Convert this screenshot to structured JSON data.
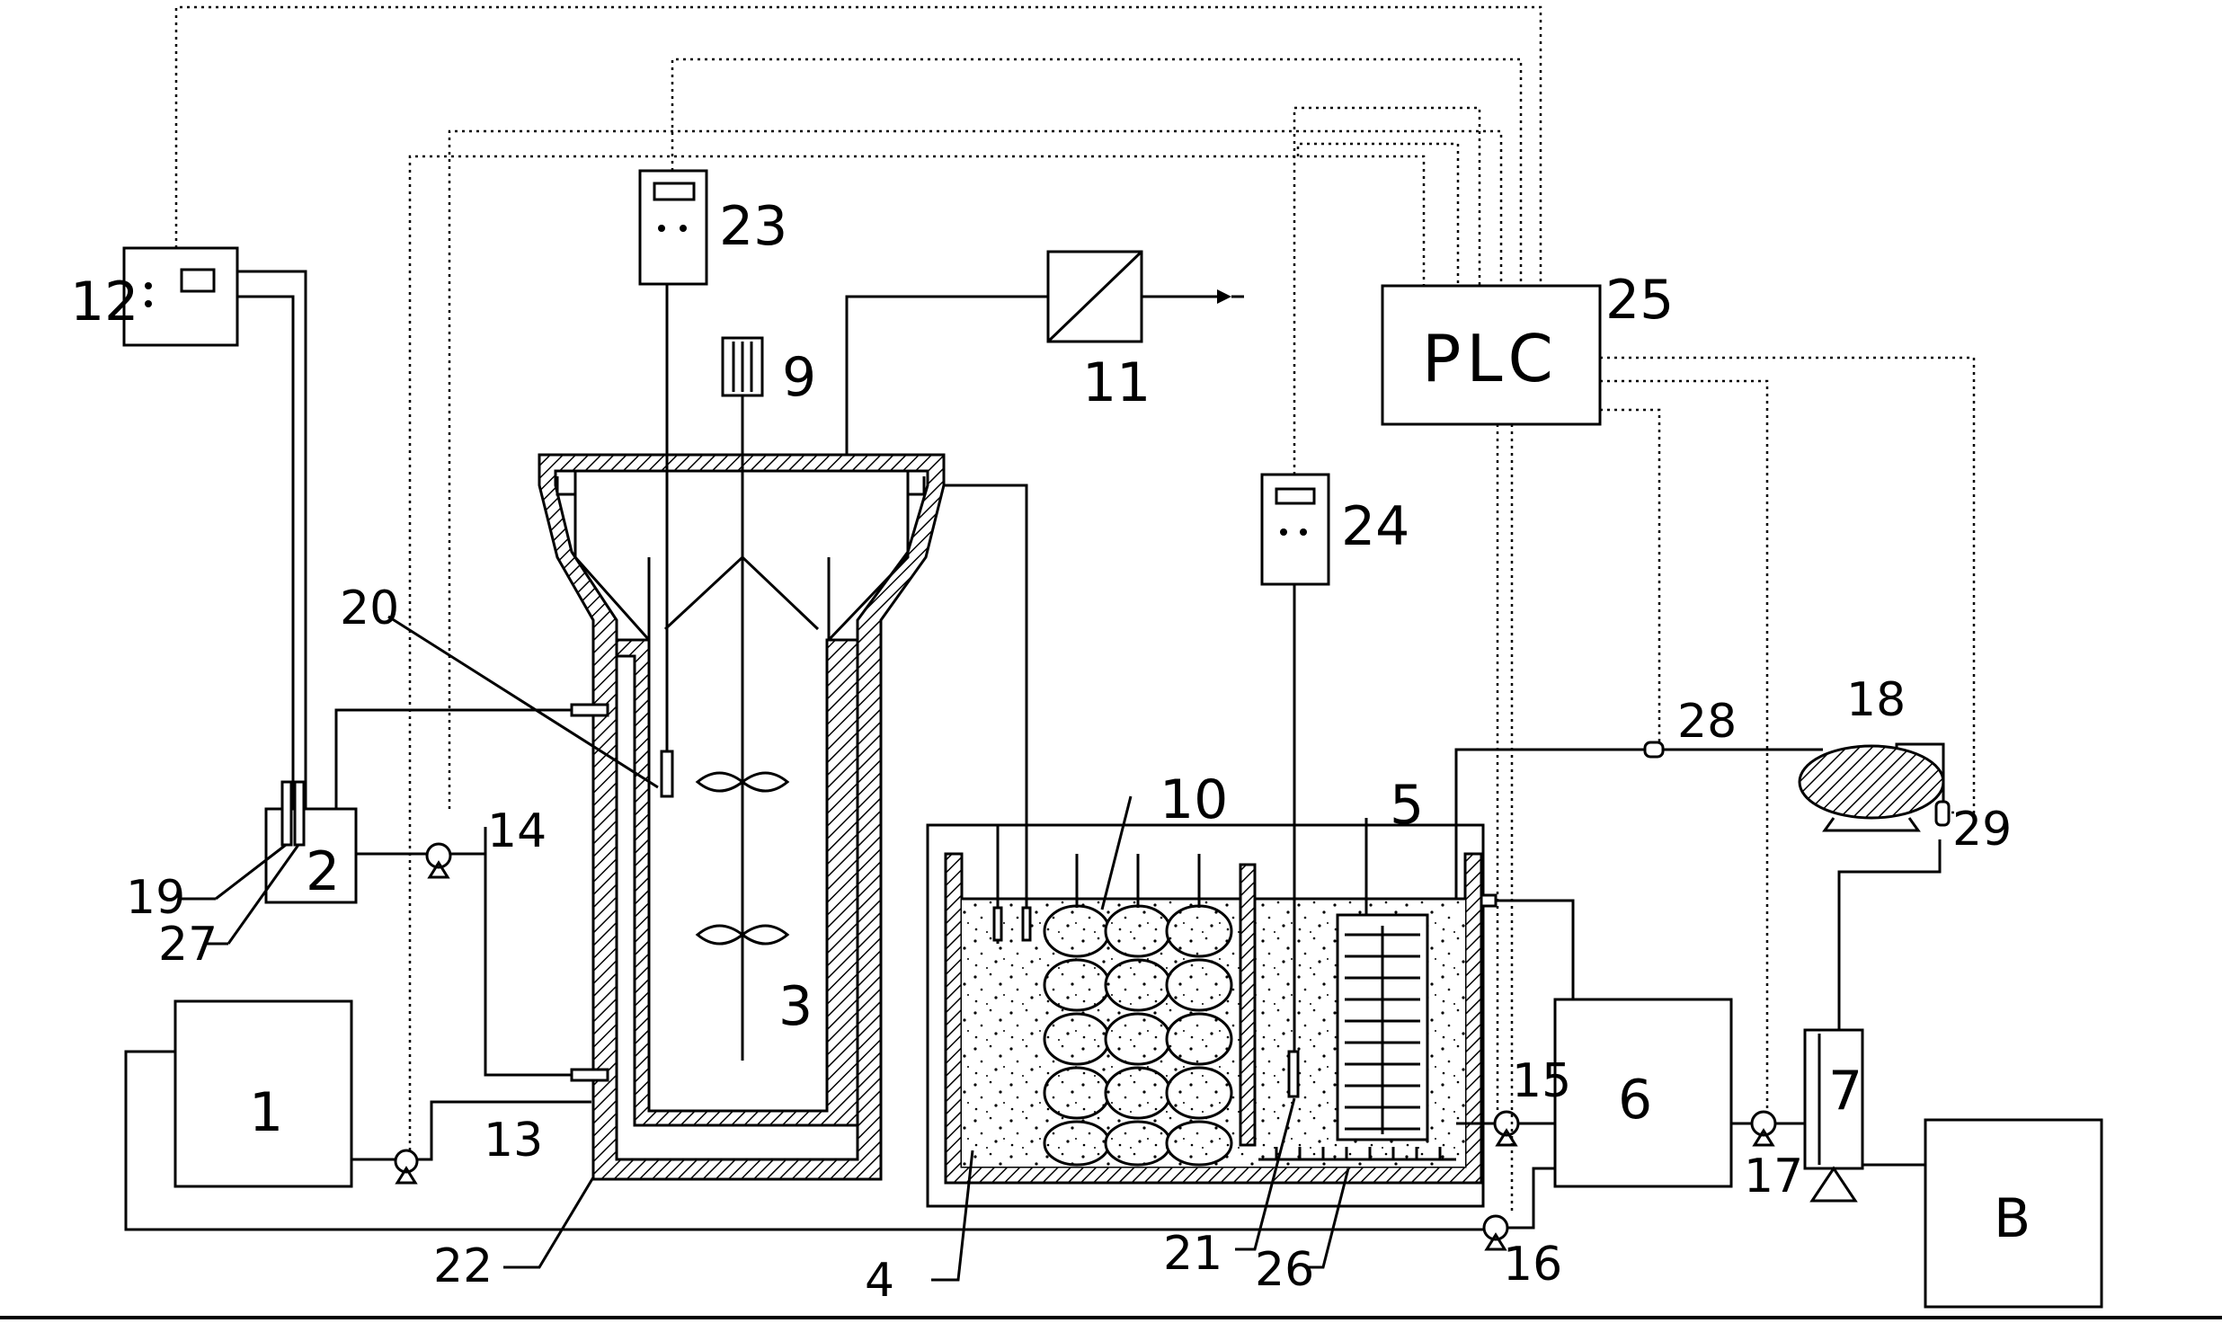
{
  "labels": {
    "n1": "1",
    "n2": "2",
    "n3": "3",
    "n4": "4",
    "n5": "5",
    "n6": "6",
    "n7": "7",
    "n9": "9",
    "n10": "10",
    "n11": "11",
    "n12": "12",
    "n13": "13",
    "n14": "14",
    "n15": "15",
    "n16": "16",
    "n17": "17",
    "n18": "18",
    "n19": "19",
    "n20": "20",
    "n21": "21",
    "n22": "22",
    "n23": "23",
    "n24": "24",
    "n25": "25",
    "n26": "26",
    "n27": "27",
    "n28": "28",
    "n29": "29",
    "nB": "B",
    "plc": "PLC"
  },
  "colors": {
    "line": "#000000",
    "background": "#ffffff"
  }
}
